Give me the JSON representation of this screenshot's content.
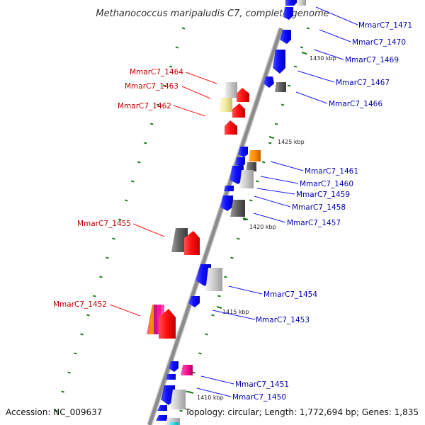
{
  "header": {
    "title": "Methanococcus maripaludis C7, complete genome"
  },
  "footer": {
    "accession": "Accession: NC_009637",
    "summary": "Topology: circular; Length: 1,772,694 bp; Genes: 1,835"
  },
  "scale_ticks": [
    "1430 kbp",
    "1425 kbp",
    "1420 kbp",
    "1415 kbp",
    "1410 kbp"
  ],
  "genes_forward": [
    "MmarC7_1471",
    "MmarC7_1470",
    "MmarC7_1469",
    "MmarC7_1467",
    "MmarC7_1466",
    "MmarC7_1461",
    "MmarC7_1460",
    "MmarC7_1459",
    "MmarC7_1458",
    "MmarC7_1457",
    "MmarC7_1454",
    "MmarC7_1453",
    "MmarC7_1451",
    "MmarC7_1450"
  ],
  "genes_reverse": [
    "MmarC7_1464",
    "MmarC7_1463",
    "MmarC7_1462",
    "MmarC7_1455",
    "MmarC7_1452"
  ],
  "colors": {
    "backbone": "#8c8c8c",
    "forward_strand": "#1a1aff",
    "reverse_strand": "#ff1a1a",
    "label_forward": "#0000b0",
    "label_reverse": "#c00000",
    "tick_mark": "#1a7a1a"
  }
}
